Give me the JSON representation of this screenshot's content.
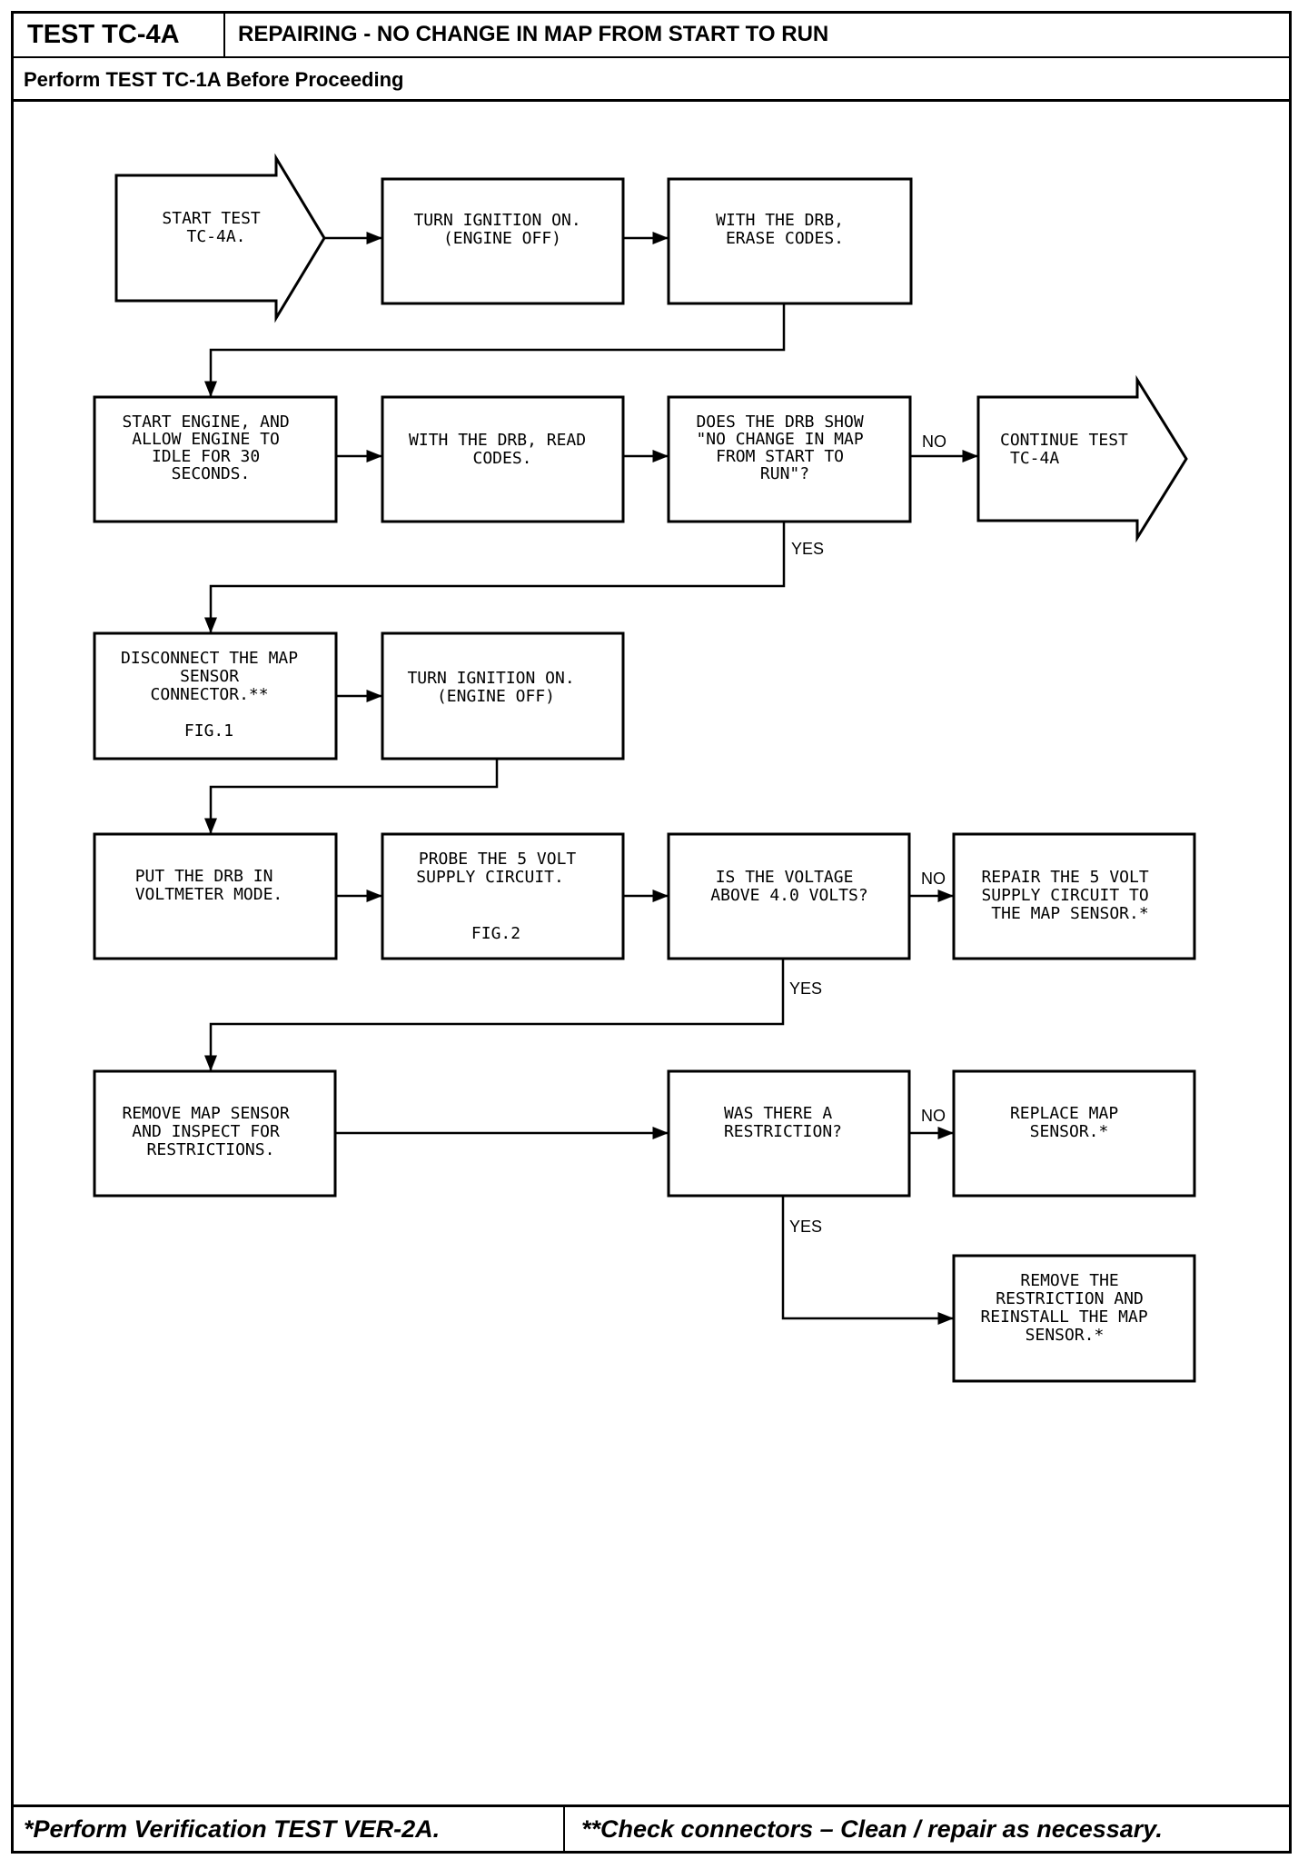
{
  "header": {
    "test_id": "TEST TC-4A",
    "title": "REPAIRING - NO CHANGE IN MAP FROM START TO RUN",
    "prerequisite": "Perform TEST TC-1A Before Proceeding"
  },
  "footer": {
    "note_single": "*Perform Verification TEST VER-2A.",
    "note_double": "**Check connectors – Clean / repair as necessary."
  },
  "flow": {
    "start": [
      "START TEST",
      "TC-4A."
    ],
    "ign_on_1": [
      "TURN IGNITION ON.",
      "(ENGINE OFF)"
    ],
    "erase": [
      "WITH THE DRB,",
      "ERASE CODES."
    ],
    "start_engine": [
      "START ENGINE, AND",
      "ALLOW ENGINE TO",
      "IDLE FOR 30",
      "SECONDS."
    ],
    "read_codes": [
      "WITH THE DRB, READ",
      "CODES."
    ],
    "q_show": [
      "DOES THE DRB SHOW",
      "\"NO CHANGE IN MAP",
      "FROM START TO",
      "RUN\"?"
    ],
    "continue": [
      "CONTINUE TEST",
      "TC-4A"
    ],
    "disconnect": [
      "DISCONNECT THE MAP",
      "SENSOR",
      "CONNECTOR.**",
      "FIG.1"
    ],
    "ign_on_2": [
      "TURN IGNITION ON.",
      "(ENGINE OFF)"
    ],
    "voltmeter": [
      "PUT THE DRB IN",
      "VOLTMETER MODE."
    ],
    "probe": [
      "PROBE THE 5 VOLT",
      "SUPPLY CIRCUIT.",
      "FIG.2"
    ],
    "q_volt": [
      "IS THE VOLTAGE",
      "ABOVE 4.0 VOLTS?"
    ],
    "repair_supply": [
      "REPAIR THE 5 VOLT",
      "SUPPLY CIRCUIT TO",
      "THE MAP SENSOR.*"
    ],
    "remove_inspect": [
      "REMOVE MAP SENSOR",
      "AND INSPECT FOR",
      "RESTRICTIONS."
    ],
    "q_restrict": [
      "WAS THERE A",
      "RESTRICTION?"
    ],
    "replace": [
      "REPLACE MAP",
      "SENSOR.*"
    ],
    "remove_restrict": [
      "REMOVE THE",
      "RESTRICTION AND",
      "REINSTALL THE MAP",
      "SENSOR.*"
    ],
    "labels": {
      "no": "NO",
      "yes": "YES"
    }
  }
}
